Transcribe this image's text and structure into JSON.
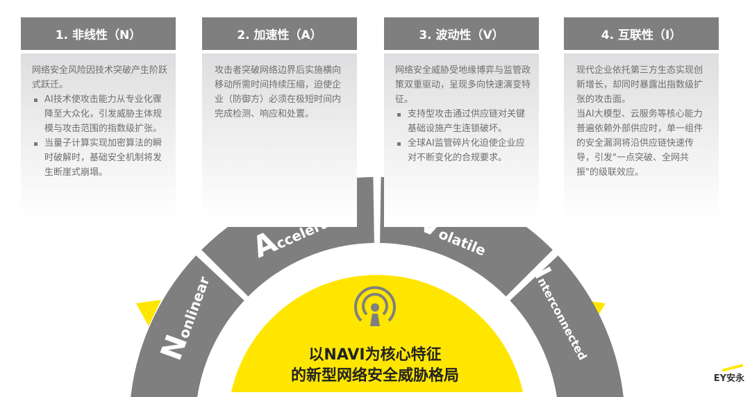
{
  "cards": [
    {
      "title": "1. 非线性（N）",
      "intro": "网络安全风险因技术突破产生阶跃式跃迁。",
      "bullets": [
        "AI技术使攻击能力从专业化骤降至大众化，引发威胁主体规模与攻击范围的指数级扩张。",
        "当量子计算实现加密算法的瞬时破解时，基础安全机制将发生断崖式崩塌。"
      ]
    },
    {
      "title": "2. 加速性（A）",
      "intro": "攻击者突破网络边界后实施横向移动所需时间持续压缩，迫使企业（防御方）必须在极短时间内完成检测、响应和处置。",
      "bullets": []
    },
    {
      "title": "3. 波动性（V）",
      "intro": "网络安全威胁受地缘博弈与监管政策双重驱动，呈现多向快速演变特征。",
      "bullets": [
        "支持型攻击通过供应链对关键基础设施产生连锁破坏。",
        "全球AI监管碎片化迫使企业应对不断变化的合规要求。"
      ]
    },
    {
      "title": "4. 互联性（I）",
      "intro": "现代企业依托第三方生态实现创新增长，却同时暴露出指数级扩张的攻击面。",
      "intro2": "当AI大模型、云服务等核心能力普遍依赖外部供应时，单一组件的安全漏洞将沿供应链快速传导，引发\"一点突破、全网共振\"的级联效应。",
      "bullets": []
    }
  ],
  "ring": {
    "segments": [
      {
        "initial": "N",
        "rest": "onlinear"
      },
      {
        "initial": "A",
        "rest": "ccelerated"
      },
      {
        "initial": "V",
        "rest": "olatile"
      },
      {
        "initial": "I",
        "rest": "nterconnected"
      }
    ],
    "center_line1": "以NAVI为核心特征",
    "center_line2": "的新型网络安全威胁格局",
    "center_icon": "podcast-person-icon"
  },
  "logo": "EY安永",
  "colors": {
    "gray": "#7f7f7f",
    "yellow": "#ffe600",
    "text": "#6e6e6e"
  }
}
